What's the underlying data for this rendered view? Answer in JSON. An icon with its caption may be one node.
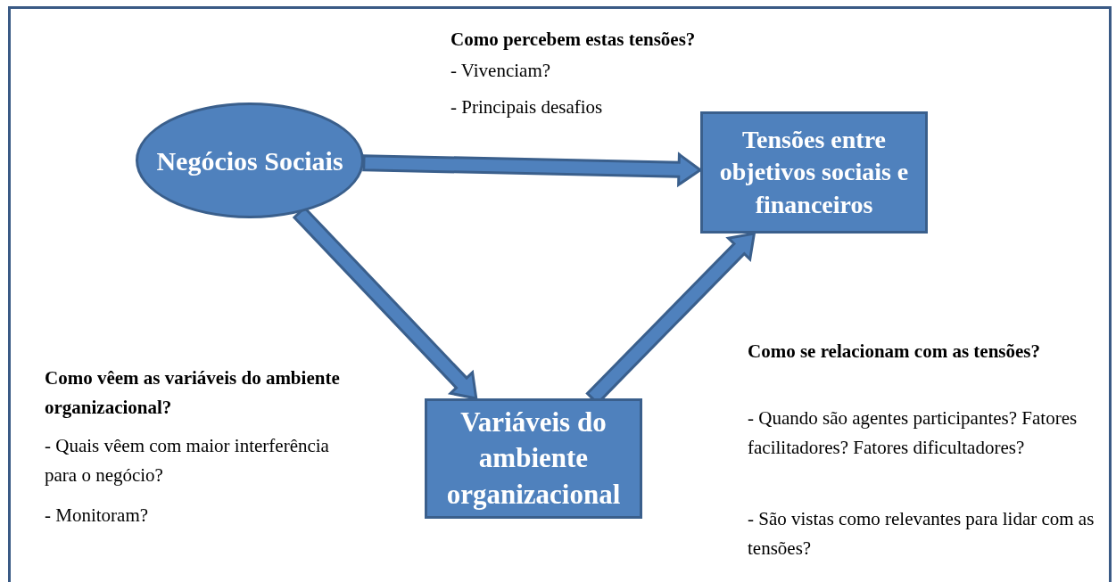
{
  "diagram": {
    "nodes": [
      {
        "text": [
          "Negócios Sociais"
        ]
      },
      {
        "text": [
          "Tensões entre objetivos sociais e financeiros"
        ]
      },
      {
        "text": [
          "Variáveis do ambiente organizacional"
        ]
      }
    ],
    "edges": [
      {
        "from": 0,
        "to": 1,
        "arrow": "to"
      },
      {
        "from": 0,
        "to": 2,
        "arrow": "to"
      },
      {
        "from": 2,
        "to": 1,
        "arrow": "to"
      }
    ],
    "labels": [
      "Como percebem estas tensões?",
      "- Vivenciam?",
      "- Principais desafios",
      "Como vêem as variáveis do ambiente organizacional?",
      "- Quais vêem com maior interferência para o negócio?",
      "- Monitoram?",
      "Como se relacionam com as tensões?",
      "- Quando são agentes participantes? Fatores facilitadores? Fatores dificultadores?",
      "- São vistas como relevantes para lidar com as tensões?"
    ]
  }
}
